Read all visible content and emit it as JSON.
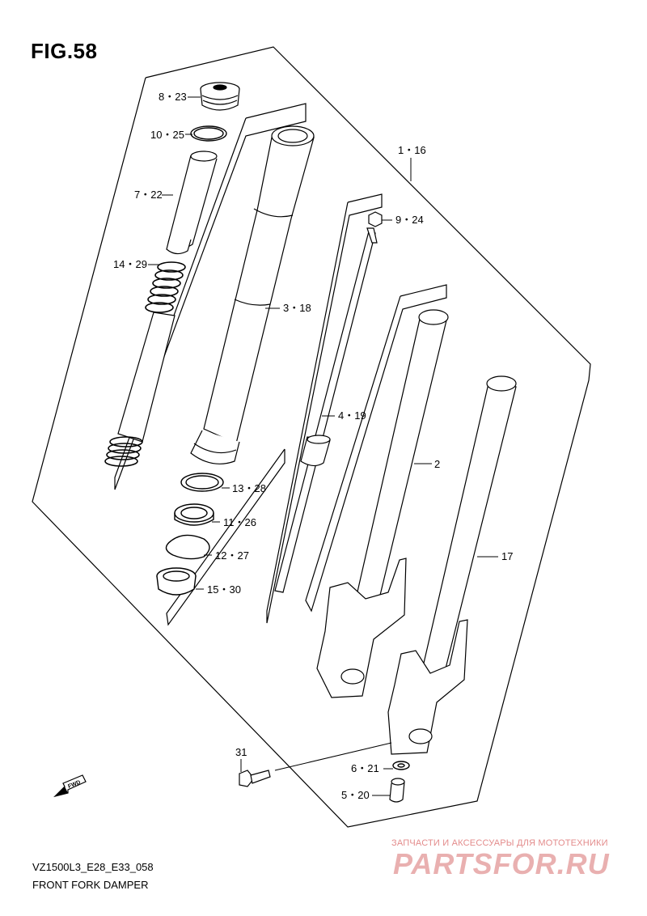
{
  "figure": {
    "title": "FIG.58",
    "model_code": "VZ1500L3_E28_E33_058",
    "caption": "FRONT FORK DAMPER",
    "fwd_label": "FWD"
  },
  "callouts": {
    "c8_23": "8・23",
    "c10_25": "10・25",
    "c7_22": "7・22",
    "c14_29": "14・29",
    "c3_18": "3・18",
    "c9_24": "9・24",
    "c1_16": "1・16",
    "c4_19": "4・19",
    "c2": "2",
    "c13_28": "13・28",
    "c11_26": "11・26",
    "c12_27": "12・27",
    "c15_30": "15・30",
    "c17": "17",
    "c31": "31",
    "c6_21": "6・21",
    "c5_20": "5・20"
  },
  "watermark": {
    "tagline": "ЗАПЧАСТИ И АКСЕССУАРЫ ДЛЯ МОТОТЕХНИКИ",
    "logo": "PARTSFOR.RU",
    "color": "#e9b0b0"
  }
}
